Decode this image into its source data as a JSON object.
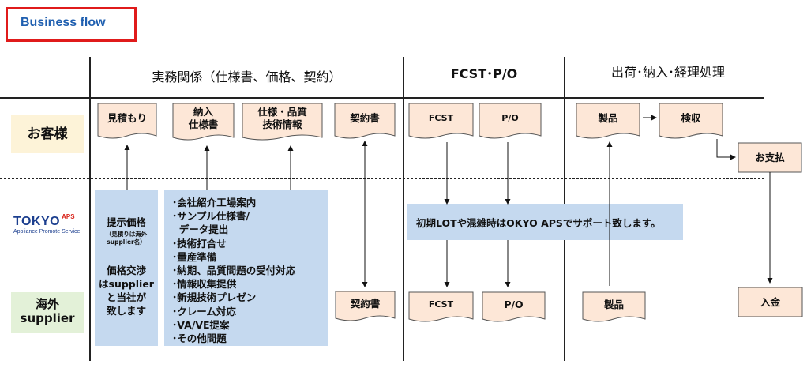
{
  "title": "Business flow",
  "columns": {
    "practical": "実務関係（仕様書、価格、契約）",
    "fcst": "FCST･P/O",
    "shipping": "出荷･納入･経理処理"
  },
  "roles": {
    "customer": "お客様",
    "aps_logo_main": "TOKYO",
    "aps_logo_sup": "APS",
    "aps_logo_sub": "Appliance Promote Service",
    "supplier_line1": "海外",
    "supplier_line2": "supplier"
  },
  "customer_docs": {
    "estimate": "見積もり",
    "delivery_spec_1": "納入",
    "delivery_spec_2": "仕様書",
    "spec_quality_1": "仕様・品質",
    "spec_quality_2": "技術情報",
    "contract": "契約書",
    "fcst": "FCST",
    "po": "P/O",
    "product": "製品",
    "inspection": "検収",
    "payment": "お支払"
  },
  "supplier_docs": {
    "contract": "契約書",
    "fcst": "FCST",
    "po": "P/O",
    "product": "製品",
    "receipt": "入金"
  },
  "price_box": {
    "line1": "提示価格",
    "line2": "（見積りは海外",
    "line3": "supplier名）",
    "line4": "価格交渉",
    "line5": "はsupplier",
    "line6": "と当社が",
    "line7": "致します"
  },
  "services": [
    "･会社紹介工場案内",
    "･サンプル仕様書/",
    "  データ提出",
    "･技術打合せ",
    "･量産準備",
    "･納期、品質問題の受付対応",
    "･情報収集提供",
    "･新規技術プレゼン",
    "･クレーム対応",
    "･VA/VE提案",
    "･その他問題"
  ],
  "support_note": "初期LOTや混雑時はOKYO APSでサポート致します。",
  "colors": {
    "title_border": "#e01b1b",
    "title_text": "#1f5fb0",
    "doc_fill": "#fde7d7",
    "blue_box": "#c5d9ef",
    "customer_fill": "#fdf3d8",
    "supplier_fill": "#e3f1d8",
    "aps_red": "#d9241b",
    "aps_blue": "#1c3f8f"
  }
}
